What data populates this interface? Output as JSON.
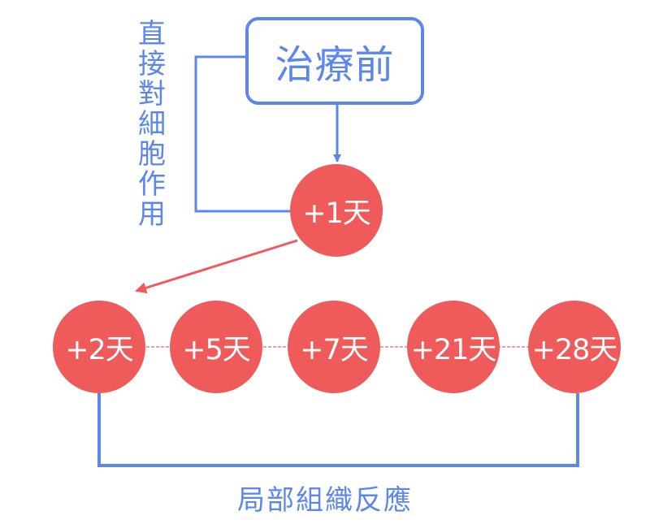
{
  "colors": {
    "blue": "#5b86ee",
    "red": "#ef5a5a",
    "connector": "#c94a4a",
    "white": "#ffffff"
  },
  "start": {
    "label": "治療前"
  },
  "side_label": {
    "chars": [
      "直",
      "接",
      "對",
      "細",
      "胞",
      "作",
      "用"
    ]
  },
  "nodes": {
    "day1": "+1天",
    "day2": "+2天",
    "day5": "+5天",
    "day7": "+7天",
    "day21": "+21天",
    "day28": "+28天"
  },
  "bottom_label": "局部組織反應"
}
